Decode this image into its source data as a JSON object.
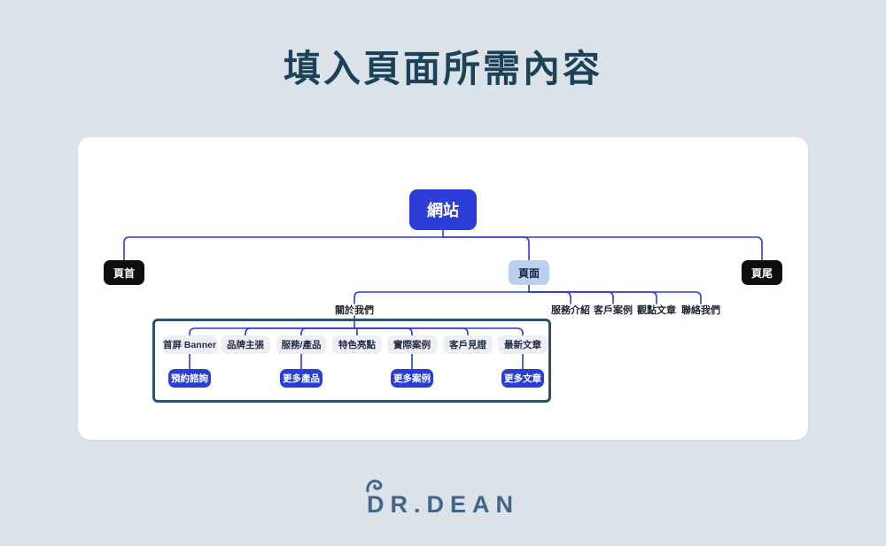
{
  "page": {
    "title": "填入頁面所需內容",
    "background_color": "#dce3e8",
    "title_color": "#1c4259"
  },
  "logo": {
    "brand": "DR.DEAN",
    "color": "#42658a"
  },
  "colors": {
    "edge": "#2b3bd5",
    "root_node": "#2c3ed6",
    "page_node": "#bccfee",
    "black_node": "#0e0e10",
    "content_box": "#edeff5",
    "cta_box": "#2b3ed3",
    "container_border": "#2e5266",
    "card": "#ffffff"
  },
  "tree": {
    "root": "網站",
    "header": "頁首",
    "page": "頁面",
    "footer": "頁尾",
    "page_children": [
      "關於我們",
      "服務介紹",
      "客戶案例",
      "觀點文章",
      "聯絡我們"
    ],
    "about_sections": [
      "首屏 Banner",
      "品牌主張",
      "服務/產品",
      "特色亮點",
      "實際案例",
      "客戶見證",
      "最新文章"
    ],
    "cta_nodes": [
      "預約諮詢",
      "更多產品",
      "更多案例",
      "更多文章"
    ]
  }
}
